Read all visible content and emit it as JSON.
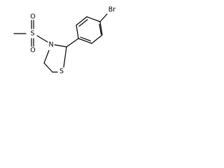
{
  "molecule": {
    "atoms": {
      "O_top": "O",
      "O_bottom": "O",
      "S_sulfonyl": "S",
      "N_ring": "N",
      "S_ring": "S",
      "Br": "Br"
    }
  }
}
